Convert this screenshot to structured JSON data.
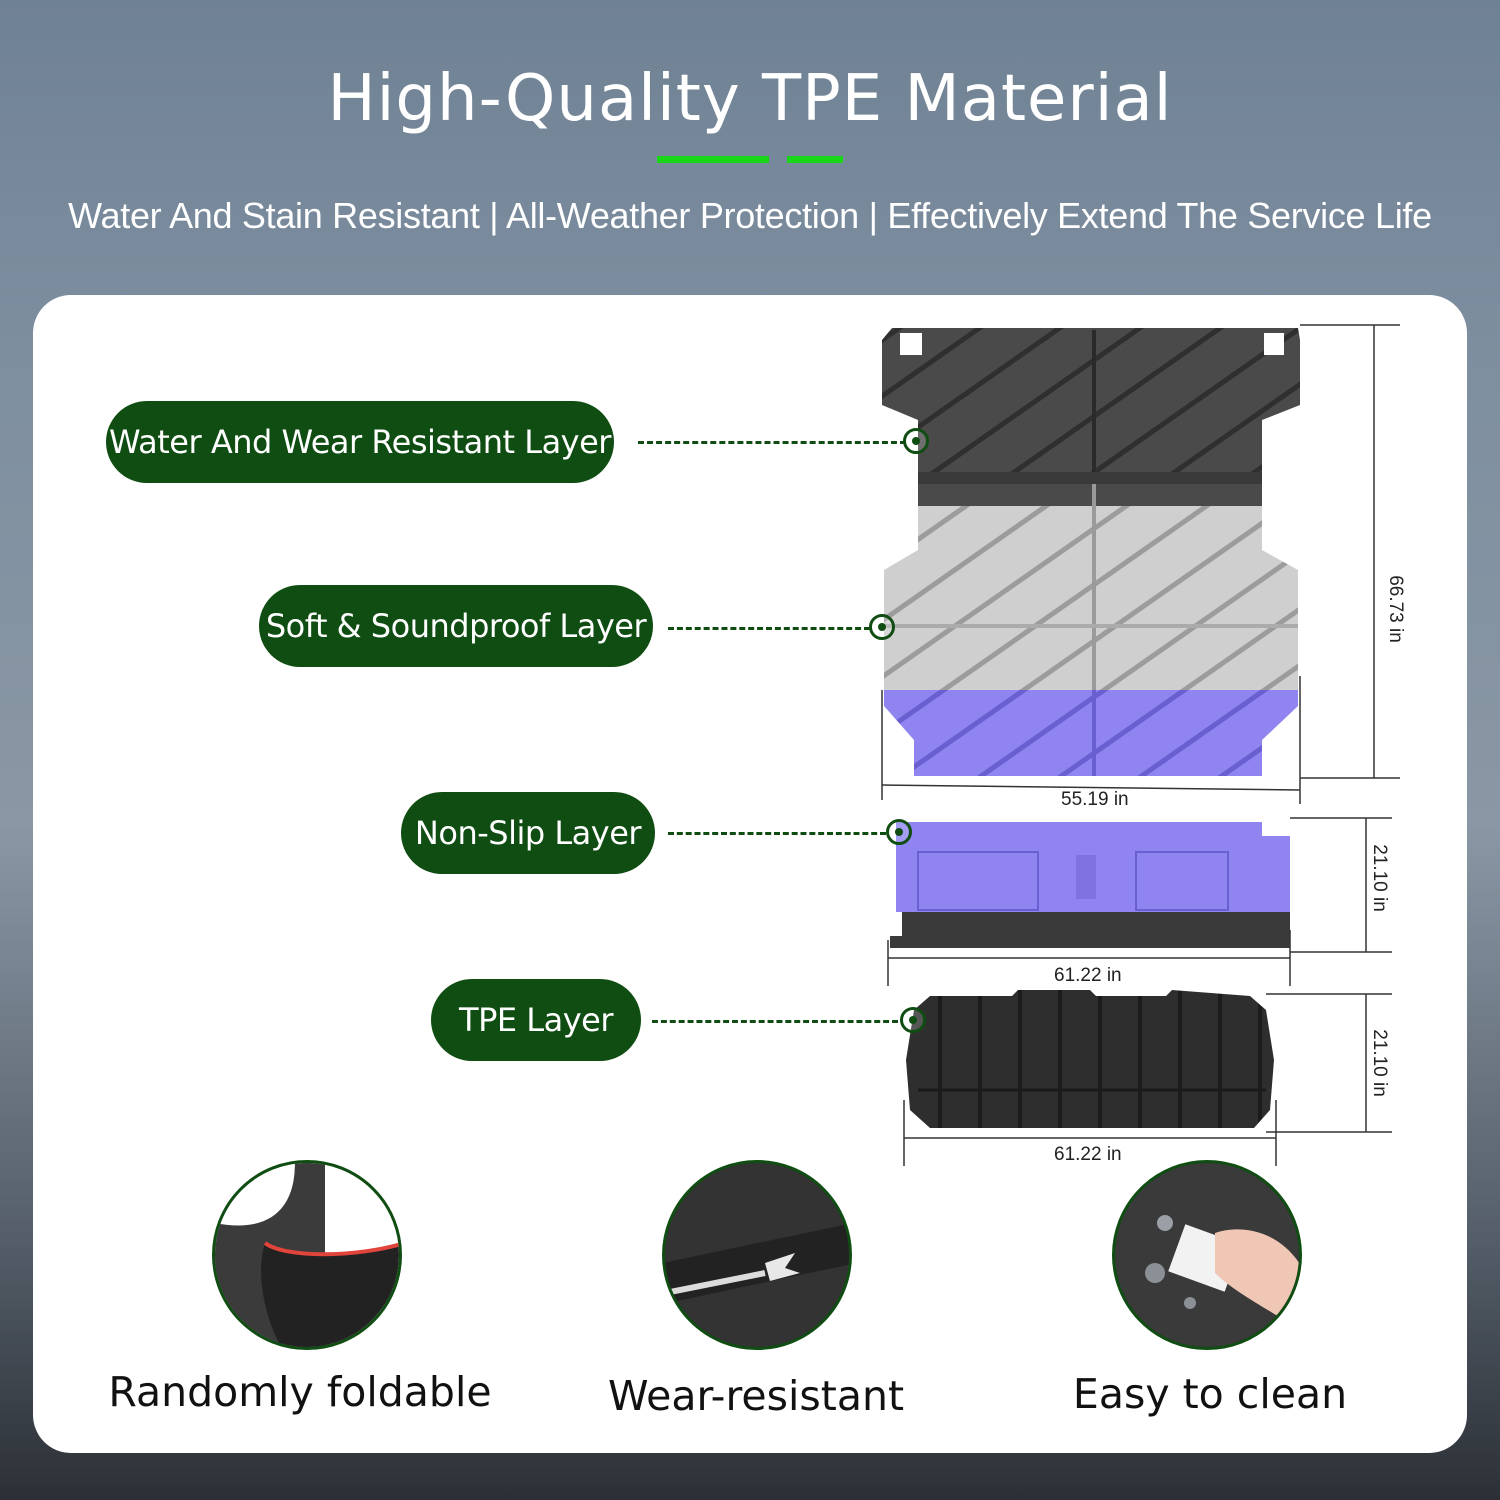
{
  "header": {
    "title": "High-Quality TPE Material",
    "subtitle": "Water And Stain Resistant | All-Weather Protection | Effectively Extend The Service Life",
    "accent_color": "#19d619"
  },
  "layers": [
    {
      "label": "Water And Wear Resistant Layer"
    },
    {
      "label": "Soft & Soundproof Layer"
    },
    {
      "label": "Non-Slip Layer"
    },
    {
      "label": "TPE Layer"
    }
  ],
  "dimensions": {
    "main_mat_height": "66.73 in",
    "main_mat_width": "55.19 in",
    "back_mat_height": "21.10 in",
    "back_mat_width": "61.22 in",
    "tpe_mat_height": "21.10 in",
    "tpe_mat_width": "61.22 in"
  },
  "features": [
    {
      "label": "Randomly foldable",
      "icon": "fold-icon"
    },
    {
      "label": "Wear-resistant",
      "icon": "scratch-icon"
    },
    {
      "label": "Easy to clean",
      "icon": "wipe-icon"
    }
  ],
  "colors": {
    "pill_green": "#0f4d12",
    "layer_dark": "#4a4a4a",
    "layer_grey": "#c9c9c9",
    "layer_purple": "#8f84f0"
  }
}
